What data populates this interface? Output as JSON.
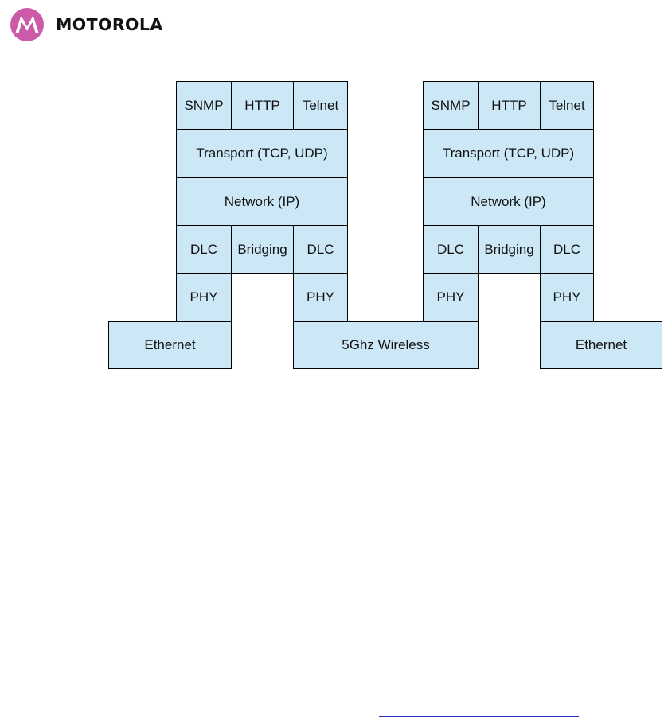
{
  "header": {
    "brand": "MOTOROLA",
    "logo_icon": "motorola-batwing-icon",
    "logo_color": "#cc5aa8"
  },
  "diagram": {
    "cell_color": "#cce8f6",
    "left_stack": {
      "app_layer": [
        "SNMP",
        "HTTP",
        "Telnet"
      ],
      "transport": "Transport (TCP, UDP)",
      "network": "Network (IP)",
      "link_layer": [
        "DLC",
        "Bridging",
        "DLC"
      ],
      "phy_layer": [
        "PHY",
        "PHY"
      ]
    },
    "right_stack": {
      "app_layer": [
        "SNMP",
        "HTTP",
        "Telnet"
      ],
      "transport": "Transport (TCP, UDP)",
      "network": "Network (IP)",
      "link_layer": [
        "DLC",
        "Bridging",
        "DLC"
      ],
      "phy_layer": [
        "PHY",
        "PHY"
      ]
    },
    "media": {
      "left": "Ethernet",
      "center": "5Ghz Wireless",
      "right": "Ethernet"
    }
  }
}
